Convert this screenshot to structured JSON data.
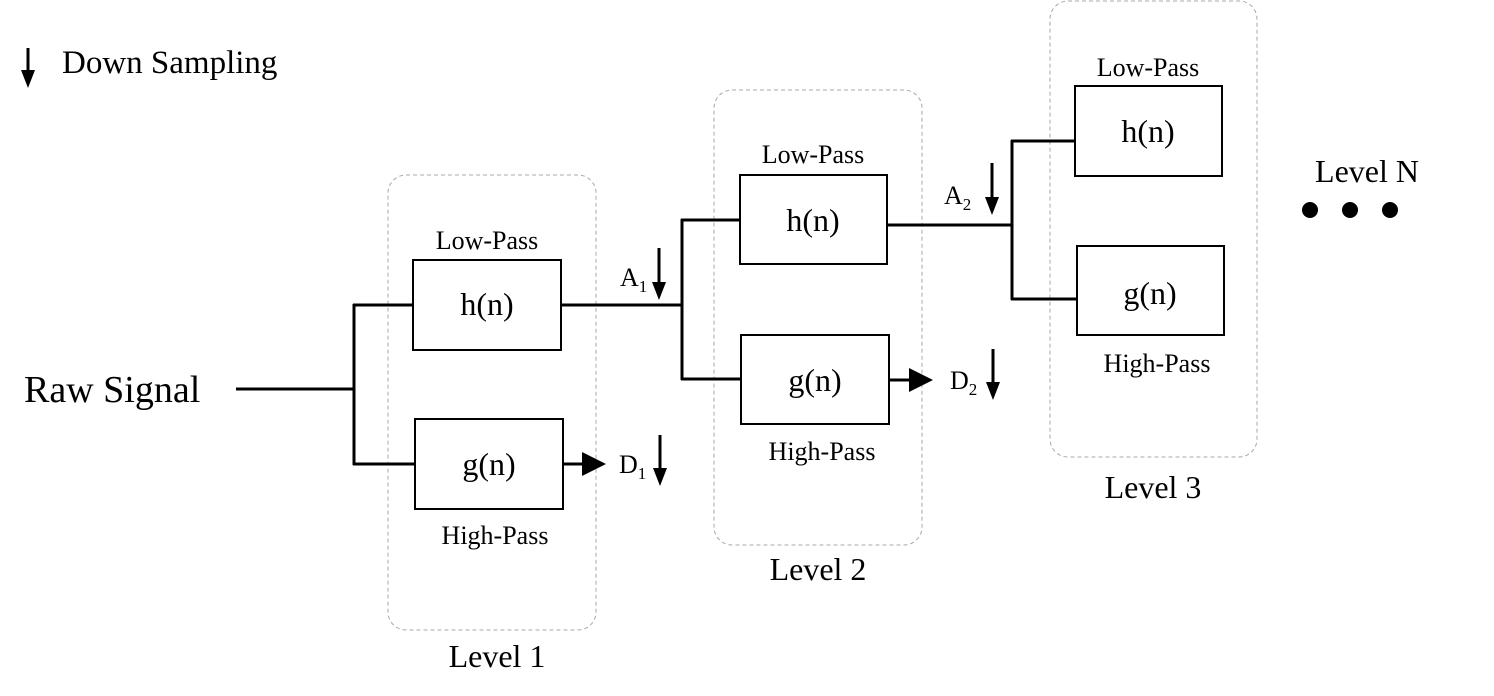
{
  "legend": {
    "symbol": "↓",
    "label": "Down Sampling"
  },
  "input_label": "Raw Signal",
  "levels": [
    {
      "label": "Level 1",
      "low_pass": "Low-Pass",
      "high_pass": "High-Pass",
      "h": "h(n)",
      "g": "g(n)",
      "approx": "A",
      "approx_sub": "1",
      "detail": "D",
      "detail_sub": "1"
    },
    {
      "label": "Level 2",
      "low_pass": "Low-Pass",
      "high_pass": "High-Pass",
      "h": "h(n)",
      "g": "g(n)",
      "approx": "A",
      "approx_sub": "2",
      "detail": "D",
      "detail_sub": "2"
    },
    {
      "label": "Level 3",
      "low_pass": "Low-Pass",
      "high_pass": "High-Pass",
      "h": "h(n)",
      "g": "g(n)"
    }
  ],
  "level_n": "Level N",
  "colors": {
    "lines": "#000000",
    "level_border": "#a8a8a8",
    "background": "#ffffff"
  }
}
